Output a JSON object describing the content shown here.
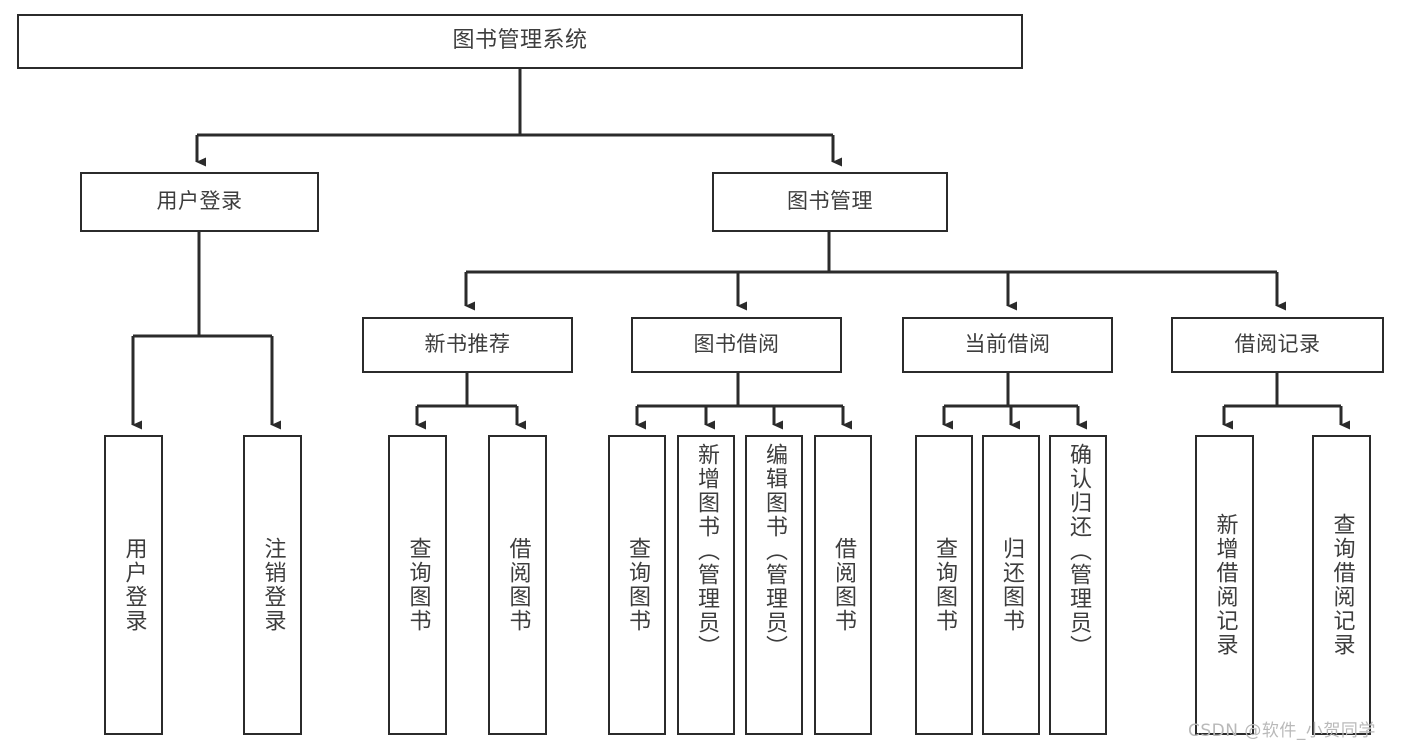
{
  "diagram": {
    "title": "图书管理系统",
    "type": "tree",
    "watermark": "CSDN @软件_小贺同学",
    "colors": {
      "box_border": "#2b2b2b",
      "box_fill": "#ffffff",
      "text": "#3d3d3d",
      "connector": "#2b2b2b",
      "background": "#ffffff",
      "watermark": "#b9b9b9"
    },
    "root": {
      "label": "图书管理系统"
    },
    "level1": [
      {
        "label": "用户登录"
      },
      {
        "label": "图书管理"
      }
    ],
    "level2": [
      {
        "label": "新书推荐"
      },
      {
        "label": "图书借阅"
      },
      {
        "label": "当前借阅"
      },
      {
        "label": "借阅记录"
      }
    ],
    "leaves": {
      "user_login": [
        {
          "label": "用户登录"
        },
        {
          "label": "注销登录"
        }
      ],
      "new_book_recommend": [
        {
          "label": "查询图书"
        },
        {
          "label": "借阅图书"
        }
      ],
      "book_borrow": [
        {
          "label": "查询图书"
        },
        {
          "label": "新增图书（管理员）"
        },
        {
          "label": "编辑图书（管理员）"
        },
        {
          "label": "借阅图书"
        }
      ],
      "current_borrow": [
        {
          "label": "查询图书"
        },
        {
          "label": "归还图书"
        },
        {
          "label": "确认归还（管理员）"
        }
      ],
      "borrow_records": [
        {
          "label": "新增借阅记录"
        },
        {
          "label": "查询借阅记录"
        }
      ]
    }
  }
}
